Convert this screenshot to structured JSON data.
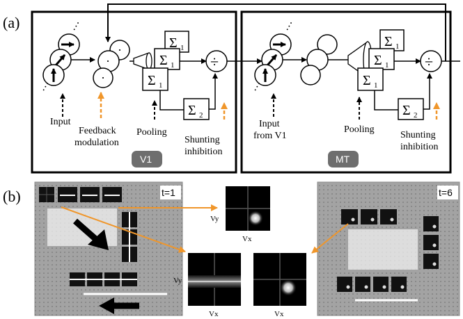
{
  "panel_a": {
    "tag": "(a)",
    "v1": {
      "badge": "V1",
      "input_label": "Input",
      "feedback_label_1": "Feedback",
      "feedback_label_2": "modulation",
      "pooling_label": "Pooling",
      "shunting_label_1": "Shunting",
      "shunting_label_2": "inhibition",
      "sum1_label": "Σ",
      "sum1_sub": "1",
      "sum2_label": "Σ",
      "sum2_sub": "2",
      "divide_symbol": "÷",
      "dot_symbol": "·"
    },
    "mt": {
      "badge": "MT",
      "input_label_1": "Input",
      "input_label_2": "from V1",
      "pooling_label": "Pooling",
      "shunting_label_1": "Shunting",
      "shunting_label_2": "inhibition"
    }
  },
  "panel_b": {
    "tag": "(b)",
    "t1_label": "t=1",
    "t6_label": "t=6",
    "vx_label": "Vx",
    "vy_label": "Vy"
  },
  "colors": {
    "arrow_orange": "#f0962a",
    "badge_bg": "#6e6e6e",
    "gray_field": "#9a9a9a"
  }
}
